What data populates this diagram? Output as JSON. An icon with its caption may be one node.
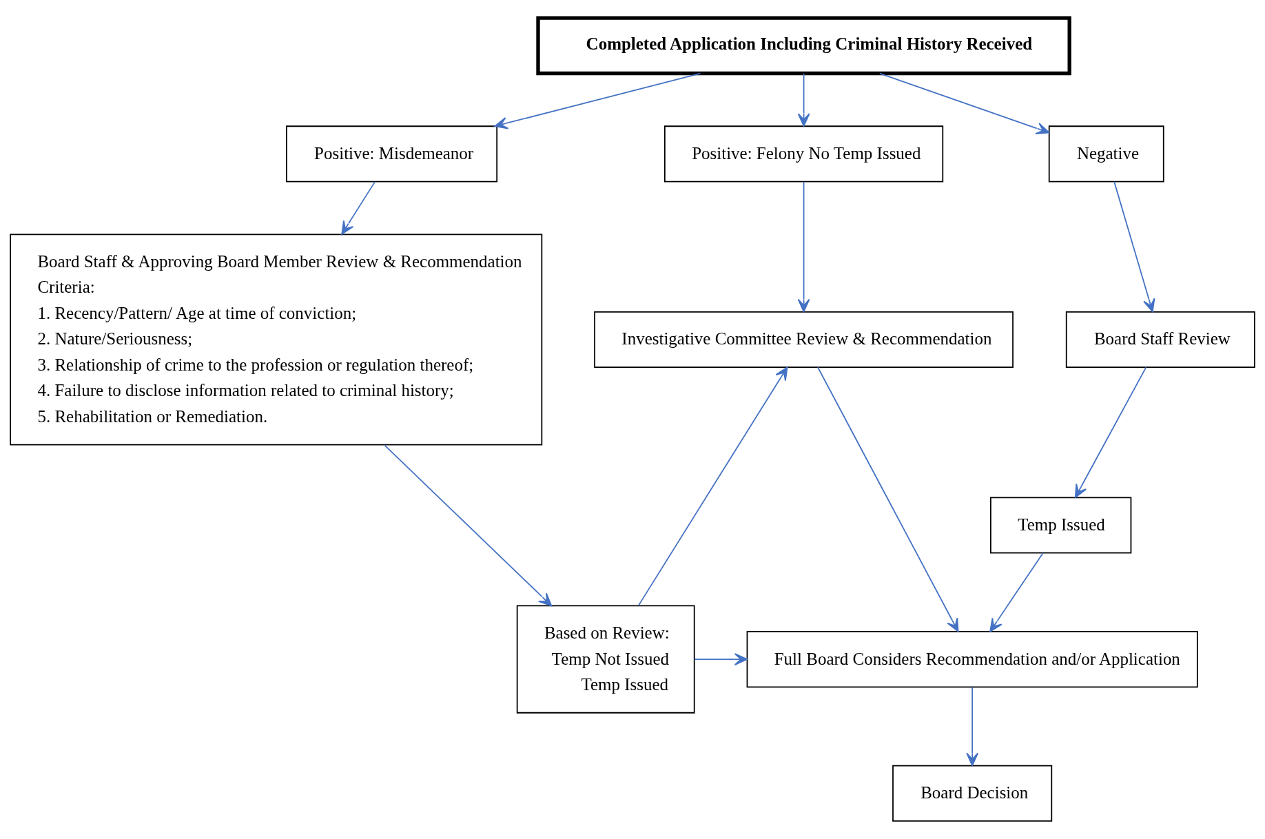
{
  "diagram": {
    "nodes": [
      {
        "text": [
          "Completed Application Including Criminal History Received"
        ]
      },
      {
        "text": [
          "Positive: Misdemeanor"
        ]
      },
      {
        "text": [
          "Positive: Felony No Temp Issued"
        ]
      },
      {
        "text": [
          "Negative"
        ]
      },
      {
        "text": [
          "Board Staff & Approving Board Member Review & Recommendation",
          "Criteria:",
          "1. Recency/Pattern/ Age at time of conviction;",
          "2. Nature/Seriousness;",
          "3. Relationship of crime to the profession or regulation thereof;",
          "4. Failure to disclose information related to criminal history;",
          "5. Rehabilitation or Remediation."
        ]
      },
      {
        "text": [
          "Investigative Committee Review & Recommendation"
        ]
      },
      {
        "text": [
          "Board Staff Review"
        ]
      },
      {
        "text": [
          "Temp Issued"
        ]
      },
      {
        "text": [
          "Full Board Considers Recommendation and/or Application"
        ]
      },
      {
        "text": [
          "Based on Review:",
          "Temp Not Issued",
          "Temp Issued"
        ]
      },
      {
        "text": [
          "Board Decision"
        ]
      }
    ],
    "edges": [
      {
        "from": 0,
        "to": 1,
        "arrow": "to"
      },
      {
        "from": 0,
        "to": 2,
        "arrow": "to"
      },
      {
        "from": 0,
        "to": 3,
        "arrow": "to"
      },
      {
        "from": 1,
        "to": 4,
        "arrow": "to"
      },
      {
        "from": 2,
        "to": 5,
        "arrow": "to"
      },
      {
        "from": 3,
        "to": 6,
        "arrow": "to"
      },
      {
        "from": 6,
        "to": 7,
        "arrow": "to"
      },
      {
        "from": 4,
        "to": 9,
        "arrow": "to"
      },
      {
        "from": 5,
        "to": 8,
        "arrow": "to"
      },
      {
        "from": 9,
        "to": 5,
        "arrow": "to"
      },
      {
        "from": 9,
        "to": 8,
        "arrow": "to"
      },
      {
        "from": 7,
        "to": 8,
        "arrow": "to"
      },
      {
        "from": 8,
        "to": 10,
        "arrow": "to"
      }
    ]
  }
}
